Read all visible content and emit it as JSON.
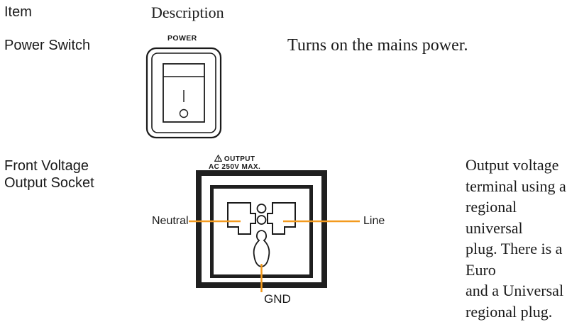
{
  "header": {
    "item": "Item",
    "description": "Description"
  },
  "rows": [
    {
      "label": "Power Switch",
      "description": "Turns on the mains power.",
      "panel_text": "POWER",
      "switch_symbols": [
        "I",
        "O"
      ]
    },
    {
      "label_lines": [
        "Front Voltage",
        "Output Socket"
      ],
      "description_lines": [
        "Output voltage",
        "terminal using a",
        "regional universal",
        "plug. There is a Euro",
        "and a Universal",
        "regional plug."
      ],
      "panel_title_lines": [
        "OUTPUT",
        "AC 250V MAX."
      ],
      "callouts": {
        "neutral": "Neutral",
        "line": "Line",
        "gnd": "GND"
      },
      "warning_icon": "warning-triangle-icon"
    }
  ],
  "colors": {
    "callout": "#f39a1e",
    "ink": "#1a1a1a"
  }
}
